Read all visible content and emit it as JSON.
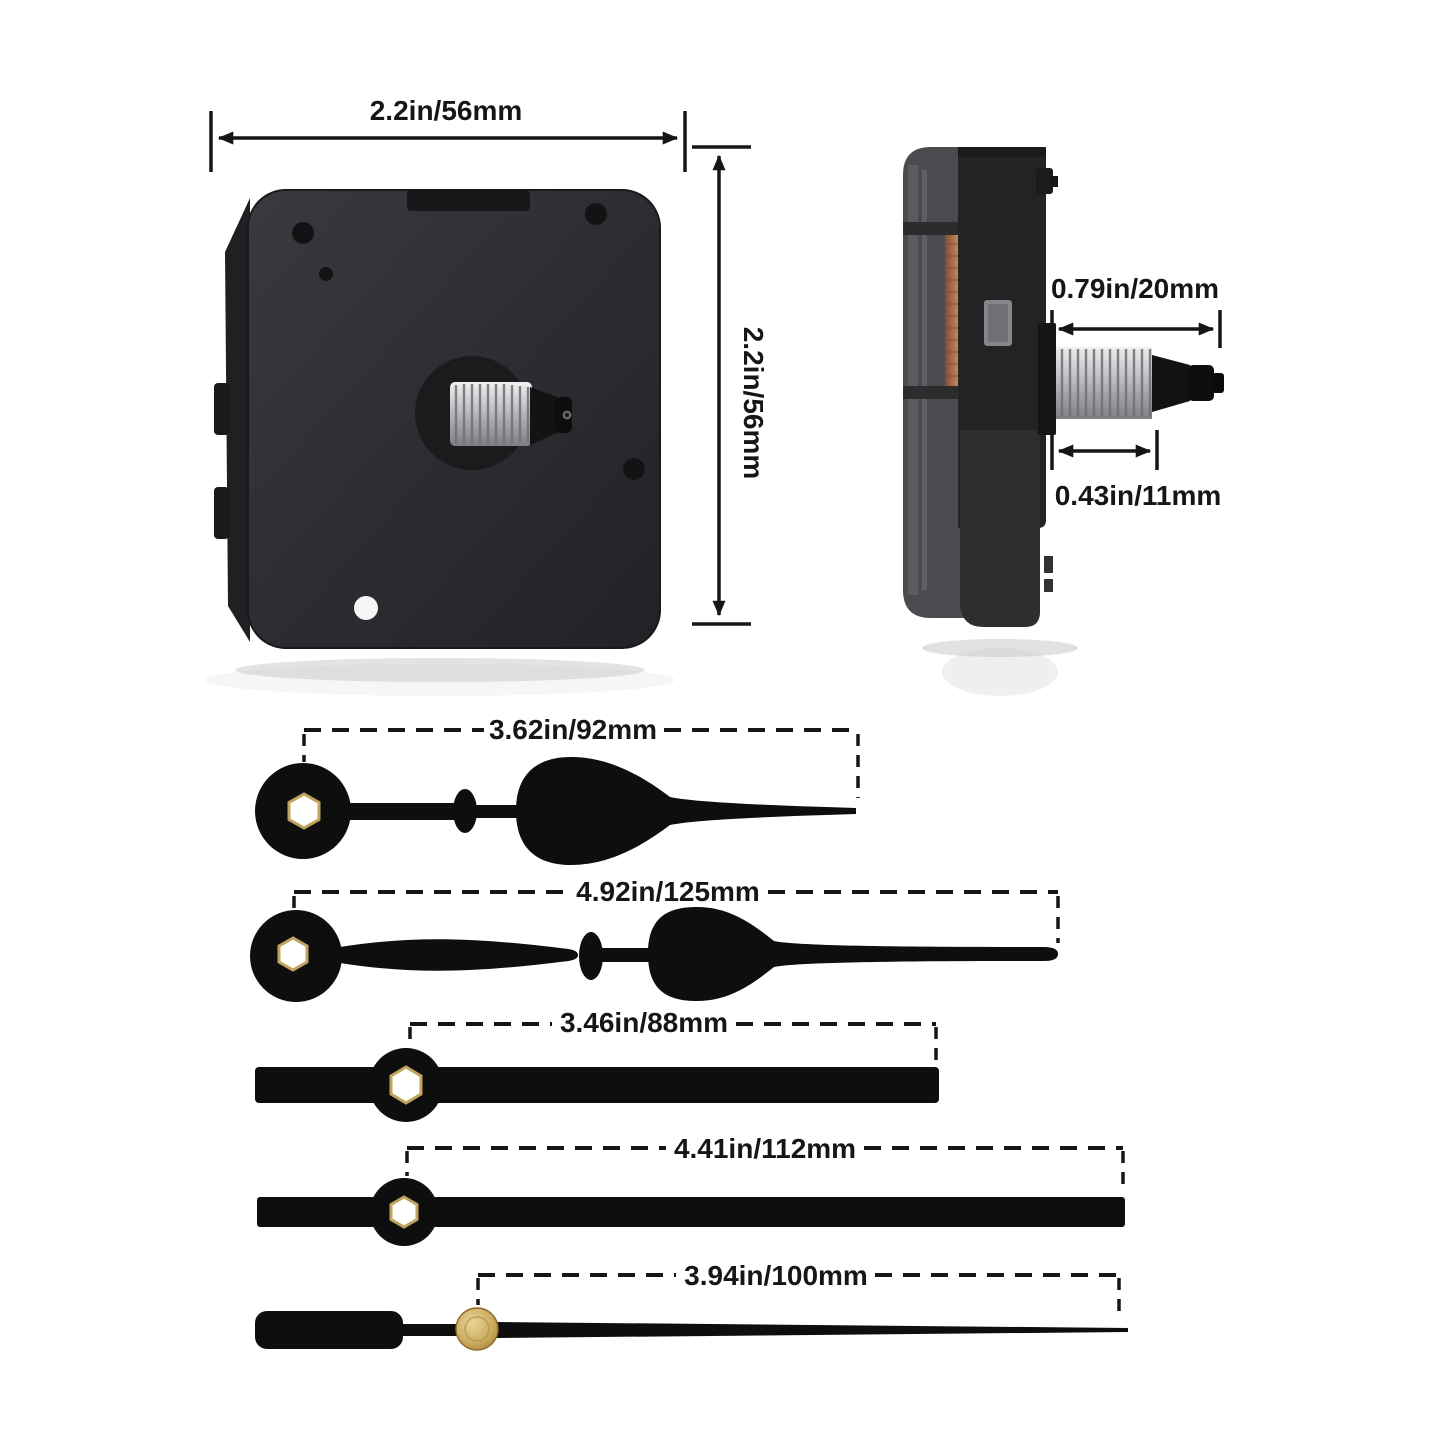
{
  "title": "Clock movement and hands dimension diagram",
  "colors": {
    "ink": "#161616",
    "brass": "#c3a45e",
    "copper": "#c9825a",
    "body_dark": "#232326",
    "body_face": "#2e2e32"
  },
  "front_view": {
    "width_label": "2.2in/56mm",
    "height_label": "2.2in/56mm"
  },
  "side_view": {
    "shaft_total_label": "0.79in/20mm",
    "shaft_thread_label": "0.43in/11mm"
  },
  "hands": [
    {
      "name": "spade-hour-hand",
      "length_label": "3.62in/92mm"
    },
    {
      "name": "spade-minute-hand",
      "length_label": "4.92in/125mm"
    },
    {
      "name": "straight-hour-hand",
      "length_label": "3.46in/88mm"
    },
    {
      "name": "straight-minute-hand",
      "length_label": "4.41in/112mm"
    },
    {
      "name": "second-hand",
      "length_label": "3.94in/100mm"
    }
  ]
}
